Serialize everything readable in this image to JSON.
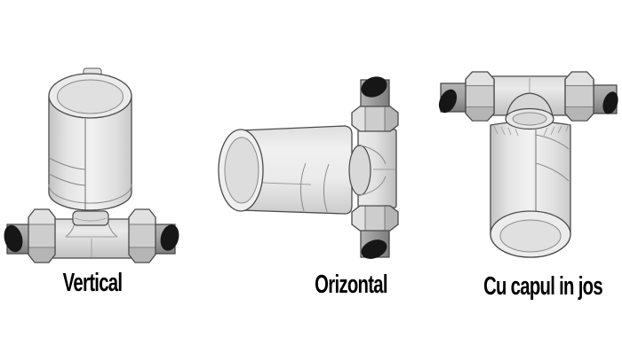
{
  "figures": [
    {
      "id": "vertical",
      "label": "Vertical"
    },
    {
      "id": "orizontal",
      "label": "Orizontal"
    },
    {
      "id": "cu-capul-in-jos",
      "label": "Cu capul in jos"
    }
  ],
  "colors": {
    "background": "#ffffff",
    "outline": "#4a4a4a",
    "metal_light": "#f2f2f2",
    "metal_mid": "#cdcdcd",
    "metal_dark": "#9e9e9e",
    "pipe_cut_end": "#161616",
    "label_text": "#000000"
  }
}
